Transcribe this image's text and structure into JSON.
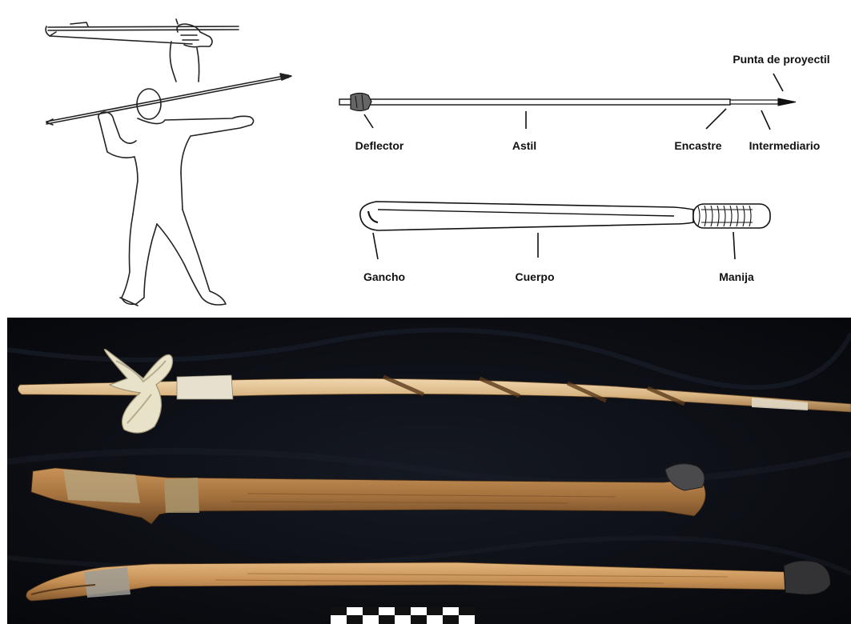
{
  "dart": {
    "labels": {
      "deflector": "Deflector",
      "shaft": "Astil",
      "socket": "Encastre",
      "intermediate": "Intermediario",
      "projectile_point": "Punta de proyectil"
    }
  },
  "thrower": {
    "labels": {
      "hook": "Gancho",
      "body": "Cuerpo",
      "handle": "Manija"
    }
  },
  "colors": {
    "background": "#ffffff",
    "line": "#111111",
    "photo_background": "#0b0d12",
    "wood": "#c89a62",
    "leather": "#d8d0b8"
  }
}
